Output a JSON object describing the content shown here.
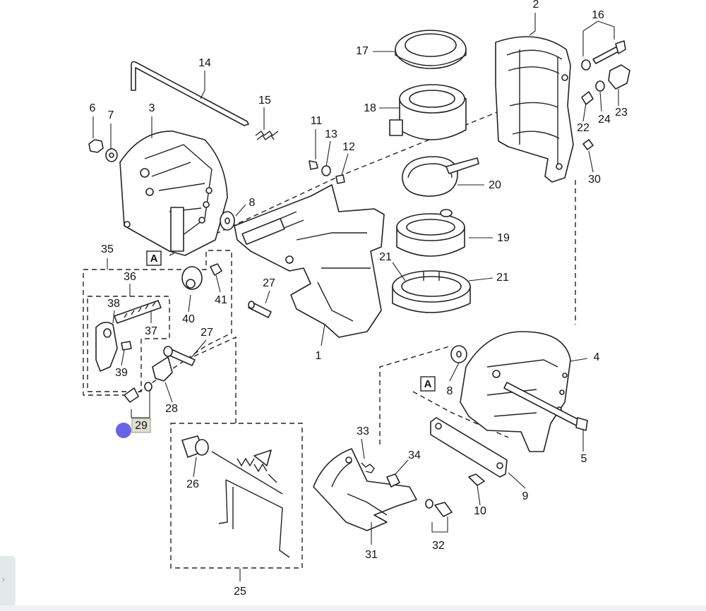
{
  "diagram": {
    "part_labels": {
      "p1": "1",
      "p2": "2",
      "p3": "3",
      "p4": "4",
      "p5": "5",
      "p6": "6",
      "p7": "7",
      "p8a": "8",
      "p8b": "8",
      "p9": "9",
      "p10": "10",
      "p11": "11",
      "p12": "12",
      "p13": "13",
      "p14": "14",
      "p15": "15",
      "p16": "16",
      "p17": "17",
      "p18": "18",
      "p19": "19",
      "p20": "20",
      "p21a": "21",
      "p21b": "21",
      "p22": "22",
      "p23": "23",
      "p24": "24",
      "p25": "25",
      "p26": "26",
      "p27a": "27",
      "p27b": "27",
      "p28": "28",
      "p29": "29",
      "p30": "30",
      "p31": "31",
      "p32": "32",
      "p33": "33",
      "p34": "34",
      "p35": "35",
      "p36": "36",
      "p37": "37",
      "p38": "38",
      "p39": "39",
      "p40": "40",
      "p41": "41"
    },
    "ref_markers": {
      "a1": "A",
      "a2": "A"
    },
    "highlighted_part": "29",
    "colors": {
      "hotspot": "#6b63e6",
      "highlight_fill": "#dfe0d2",
      "line": "#222222"
    }
  },
  "side_tab": {
    "icon": "chevron-right-icon"
  }
}
